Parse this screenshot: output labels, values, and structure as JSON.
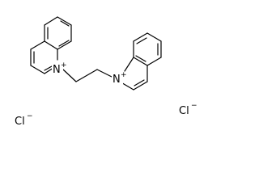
{
  "molecule": {
    "cation_left": {
      "atom": "N",
      "charge": "+"
    },
    "cation_right": {
      "atom": "N",
      "charge": "+"
    },
    "counterion_left": {
      "symbol": "Cl",
      "charge": "−"
    },
    "counterion_right": {
      "symbol": "Cl",
      "charge": "−"
    }
  }
}
